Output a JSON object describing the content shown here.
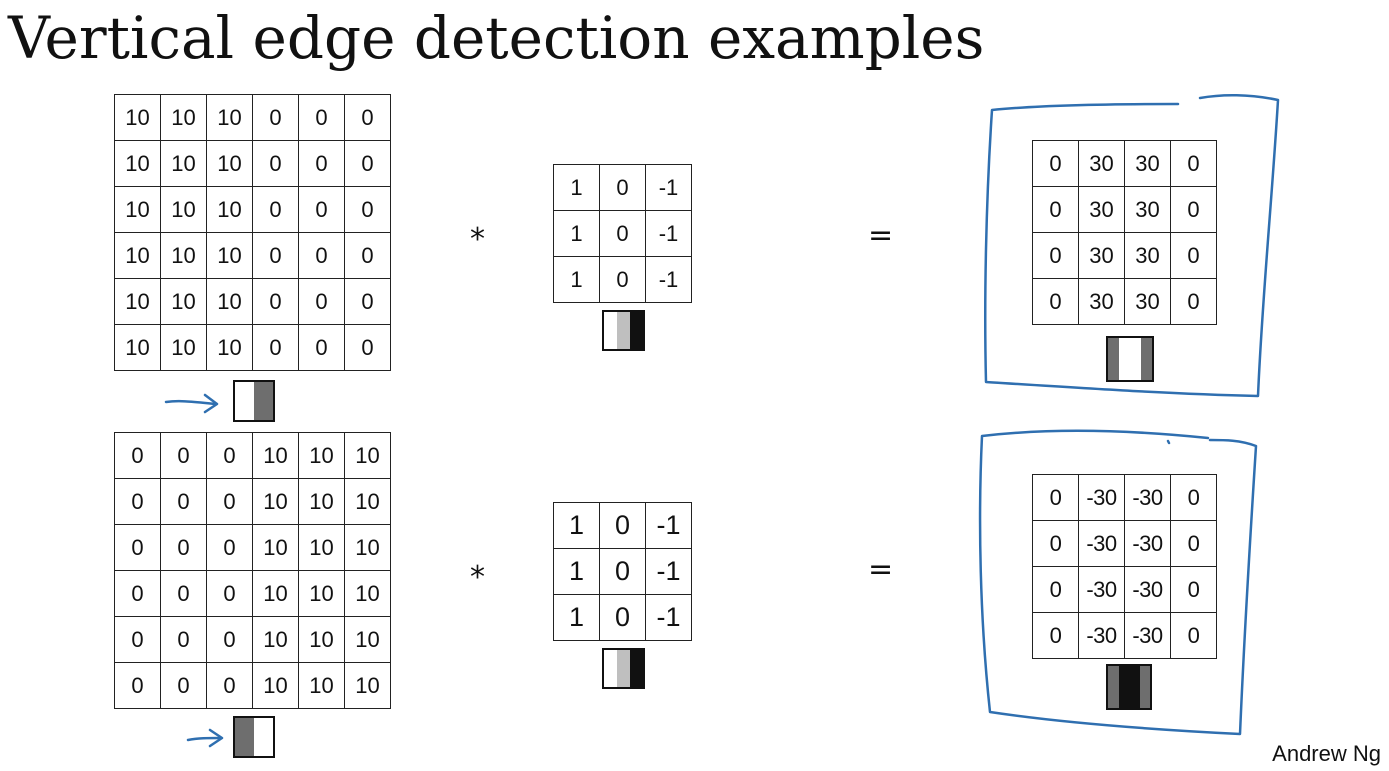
{
  "title": "Vertical edge detection examples",
  "credit": "Andrew Ng",
  "operators": {
    "convolve": "*",
    "equals": "="
  },
  "colors": {
    "annotation_blue": "#2f6fb0",
    "light_gray": "#bfbfbf",
    "dark_gray": "#6e6e6e",
    "black": "#111111",
    "white": "#ffffff"
  },
  "examples": [
    {
      "input": [
        [
          "10",
          "10",
          "10",
          "0",
          "0",
          "0"
        ],
        [
          "10",
          "10",
          "10",
          "0",
          "0",
          "0"
        ],
        [
          "10",
          "10",
          "10",
          "0",
          "0",
          "0"
        ],
        [
          "10",
          "10",
          "10",
          "0",
          "0",
          "0"
        ],
        [
          "10",
          "10",
          "10",
          "0",
          "0",
          "0"
        ],
        [
          "10",
          "10",
          "10",
          "0",
          "0",
          "0"
        ]
      ],
      "input_swatch": [
        "white",
        "dark_gray"
      ],
      "filter": [
        [
          "1",
          "0",
          "-1"
        ],
        [
          "1",
          "0",
          "-1"
        ],
        [
          "1",
          "0",
          "-1"
        ]
      ],
      "filter_swatch": [
        "white",
        "light_gray",
        "black"
      ],
      "output": [
        [
          "0",
          "30",
          "30",
          "0"
        ],
        [
          "0",
          "30",
          "30",
          "0"
        ],
        [
          "0",
          "30",
          "30",
          "0"
        ],
        [
          "0",
          "30",
          "30",
          "0"
        ]
      ],
      "output_swatch": [
        "dark_gray",
        "white",
        "white",
        "dark_gray"
      ]
    },
    {
      "input": [
        [
          "0",
          "0",
          "0",
          "10",
          "10",
          "10"
        ],
        [
          "0",
          "0",
          "0",
          "10",
          "10",
          "10"
        ],
        [
          "0",
          "0",
          "0",
          "10",
          "10",
          "10"
        ],
        [
          "0",
          "0",
          "0",
          "10",
          "10",
          "10"
        ],
        [
          "0",
          "0",
          "0",
          "10",
          "10",
          "10"
        ],
        [
          "0",
          "0",
          "0",
          "10",
          "10",
          "10"
        ]
      ],
      "input_swatch": [
        "dark_gray",
        "white"
      ],
      "filter": [
        [
          "1",
          "0",
          "-1"
        ],
        [
          "1",
          "0",
          "-1"
        ],
        [
          "1",
          "0",
          "-1"
        ]
      ],
      "filter_swatch": [
        "white",
        "light_gray",
        "black"
      ],
      "output": [
        [
          "0",
          "-30",
          "-30",
          "0"
        ],
        [
          "0",
          "-30",
          "-30",
          "0"
        ],
        [
          "0",
          "-30",
          "-30",
          "0"
        ],
        [
          "0",
          "-30",
          "-30",
          "0"
        ]
      ],
      "output_swatch": [
        "dark_gray",
        "black",
        "black",
        "dark_gray"
      ]
    }
  ]
}
